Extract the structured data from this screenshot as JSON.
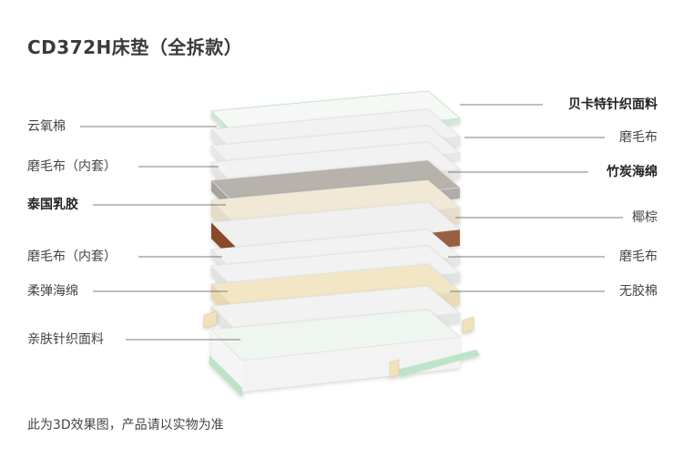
{
  "title": "CD372H床垫（全拆款）",
  "note": "此为3D效果图，产品请以实物为准",
  "labels_left": [
    {
      "text": "云氧棉",
      "bold": false
    },
    {
      "text": "磨毛布（内套）",
      "bold": false
    },
    {
      "text": "泰国乳胶",
      "bold": true
    },
    {
      "text": "磨毛布（内套）",
      "bold": false
    },
    {
      "text": "柔弹海绵",
      "bold": false
    },
    {
      "text": "亲肤针织面料",
      "bold": false
    }
  ],
  "labels_right": [
    {
      "text": "贝卡特针织面料",
      "bold": true
    },
    {
      "text": "磨毛布",
      "bold": false
    },
    {
      "text": "竹炭海绵",
      "bold": true
    },
    {
      "text": "椰棕",
      "bold": false
    },
    {
      "text": "磨毛布",
      "bold": false
    },
    {
      "text": "无胶棉",
      "bold": false
    }
  ],
  "colors": {
    "top_fabric": "#f6f8f6",
    "white_layer": "#f2f2f2",
    "bamboo_charcoal": "#b7b2ab",
    "latex": "#f1e9d6",
    "coconut": "#8a4a2c",
    "soft_foam": "#f2e6c4",
    "bottom_fabric": "#eef6ef",
    "zipper_green": "#bfe3c8",
    "zipper_cream": "#f0e3bb",
    "leader_line": "#555555"
  }
}
